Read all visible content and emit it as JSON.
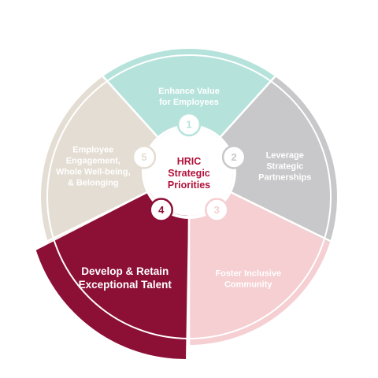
{
  "center": {
    "lines": [
      "HRIC",
      "Strategic",
      "Priorities"
    ],
    "color": "#b0103a"
  },
  "segments": [
    {
      "number": "1",
      "lines": [
        "Enhance Value",
        "for Employees"
      ],
      "color": "#b5e3db",
      "active": false
    },
    {
      "number": "2",
      "lines": [
        "Leverage",
        "Strategic",
        "Partnerships"
      ],
      "color": "#c8c8ca",
      "active": false
    },
    {
      "number": "3",
      "lines": [
        "Foster Inclusive",
        "Community"
      ],
      "color": "#f5cfd2",
      "active": false
    },
    {
      "number": "4",
      "lines": [
        "Develop & Retain",
        "Exceptional Talent"
      ],
      "color": "#8c0f36",
      "active": true
    },
    {
      "number": "5",
      "lines": [
        "Employee",
        "Engagement,",
        "Whole Well-being,",
        "& Belonging"
      ],
      "color": "#e4ddd3",
      "active": false
    }
  ],
  "colors": {
    "background": "#ffffff",
    "active_number": "#8c0f36"
  }
}
